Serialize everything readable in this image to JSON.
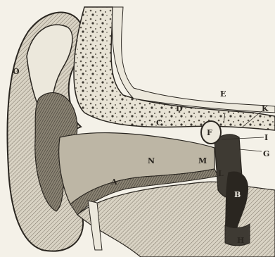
{
  "labels": {
    "O": "O",
    "D": "D",
    "E": "E",
    "K": "K",
    "F": "F",
    "I": "I",
    "G": "G",
    "C": "C",
    "A": "A",
    "N": "N",
    "M": "M",
    "L": "L",
    "B": "B",
    "H": "H"
  }
}
